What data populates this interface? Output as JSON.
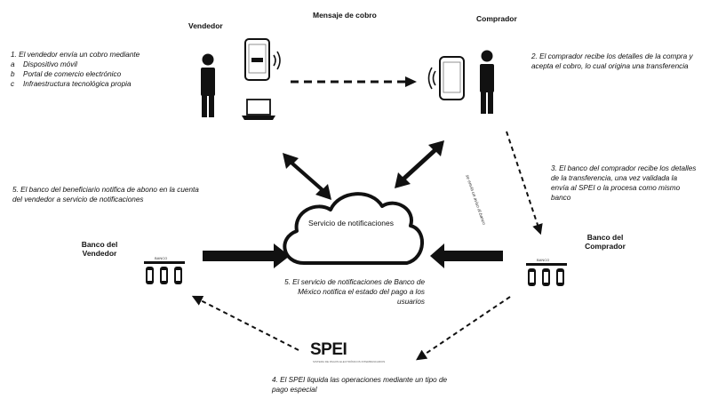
{
  "headers": {
    "seller": "Vendedor",
    "message": "Mensaje de cobro",
    "buyer": "Comprador"
  },
  "step1": {
    "intro": "1.  El vendedor envía un cobro mediante",
    "items": [
      {
        "marker": "a",
        "text": "Dispositivo móvil"
      },
      {
        "marker": "b",
        "text": "Portal de comercio electrónico"
      },
      {
        "marker": "c",
        "text": "Infraestructura tecnológica propia"
      }
    ]
  },
  "step2": "2.  El comprador recibe los detalles de la compra y acepta el cobro, lo cual origina una transferencia",
  "step3": "3.  El banco del comprador recibe los detalles de la transferencia, una vez validada la envía al SPEI o la procesa como mismo banco",
  "step4": "4.  El SPEI liquida las operaciones mediante un tipo de pago especial",
  "step5_bank": "5.  El banco del beneficiario notifica de abono en la cuenta del vendedor a servicio de notificaciones",
  "step5_bm": "5.  El servicio de notificaciones de Banco de México notifica el estado del pago a los usuarios",
  "cloud": {
    "label": "Servicio de notificaciones"
  },
  "banks": {
    "seller": "Banco del Vendedor",
    "buyer": "Banco del Comprador",
    "small_mark": "BANCO"
  },
  "spei": {
    "logo": "SPEI",
    "tagline": "SISTEMA DE PAGOS ELECTRÓNICOS INTERBANCARIOS"
  },
  "side_note": "se envía un aviso al banco",
  "icons": [
    "person-icon",
    "smartphone-icon",
    "laptop-icon",
    "signal-icon",
    "cloud-icon",
    "bank-icon"
  ]
}
